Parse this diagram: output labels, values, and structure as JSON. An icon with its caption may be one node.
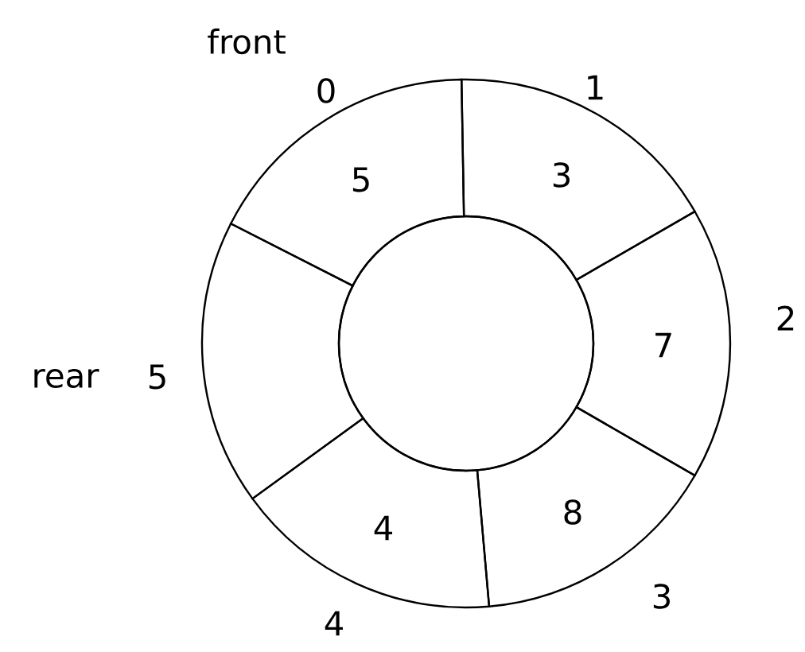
{
  "diagram": {
    "nodes": [
      {
        "text": [
          "5"
        ],
        "beside": [
          "0"
        ]
      },
      {
        "text": [
          "3"
        ],
        "beside": [
          "1"
        ]
      },
      {
        "text": [
          "7"
        ],
        "beside": [
          "2"
        ]
      },
      {
        "text": [
          "8"
        ],
        "beside": [
          "3"
        ]
      },
      {
        "text": [
          "4"
        ],
        "beside": [
          "4"
        ]
      },
      {
        "text": [],
        "shape": "sector",
        "beside": [
          "5"
        ]
      },
      {
        "text": [],
        "shape": "circle"
      }
    ],
    "labels": [
      "front",
      "rear"
    ]
  }
}
